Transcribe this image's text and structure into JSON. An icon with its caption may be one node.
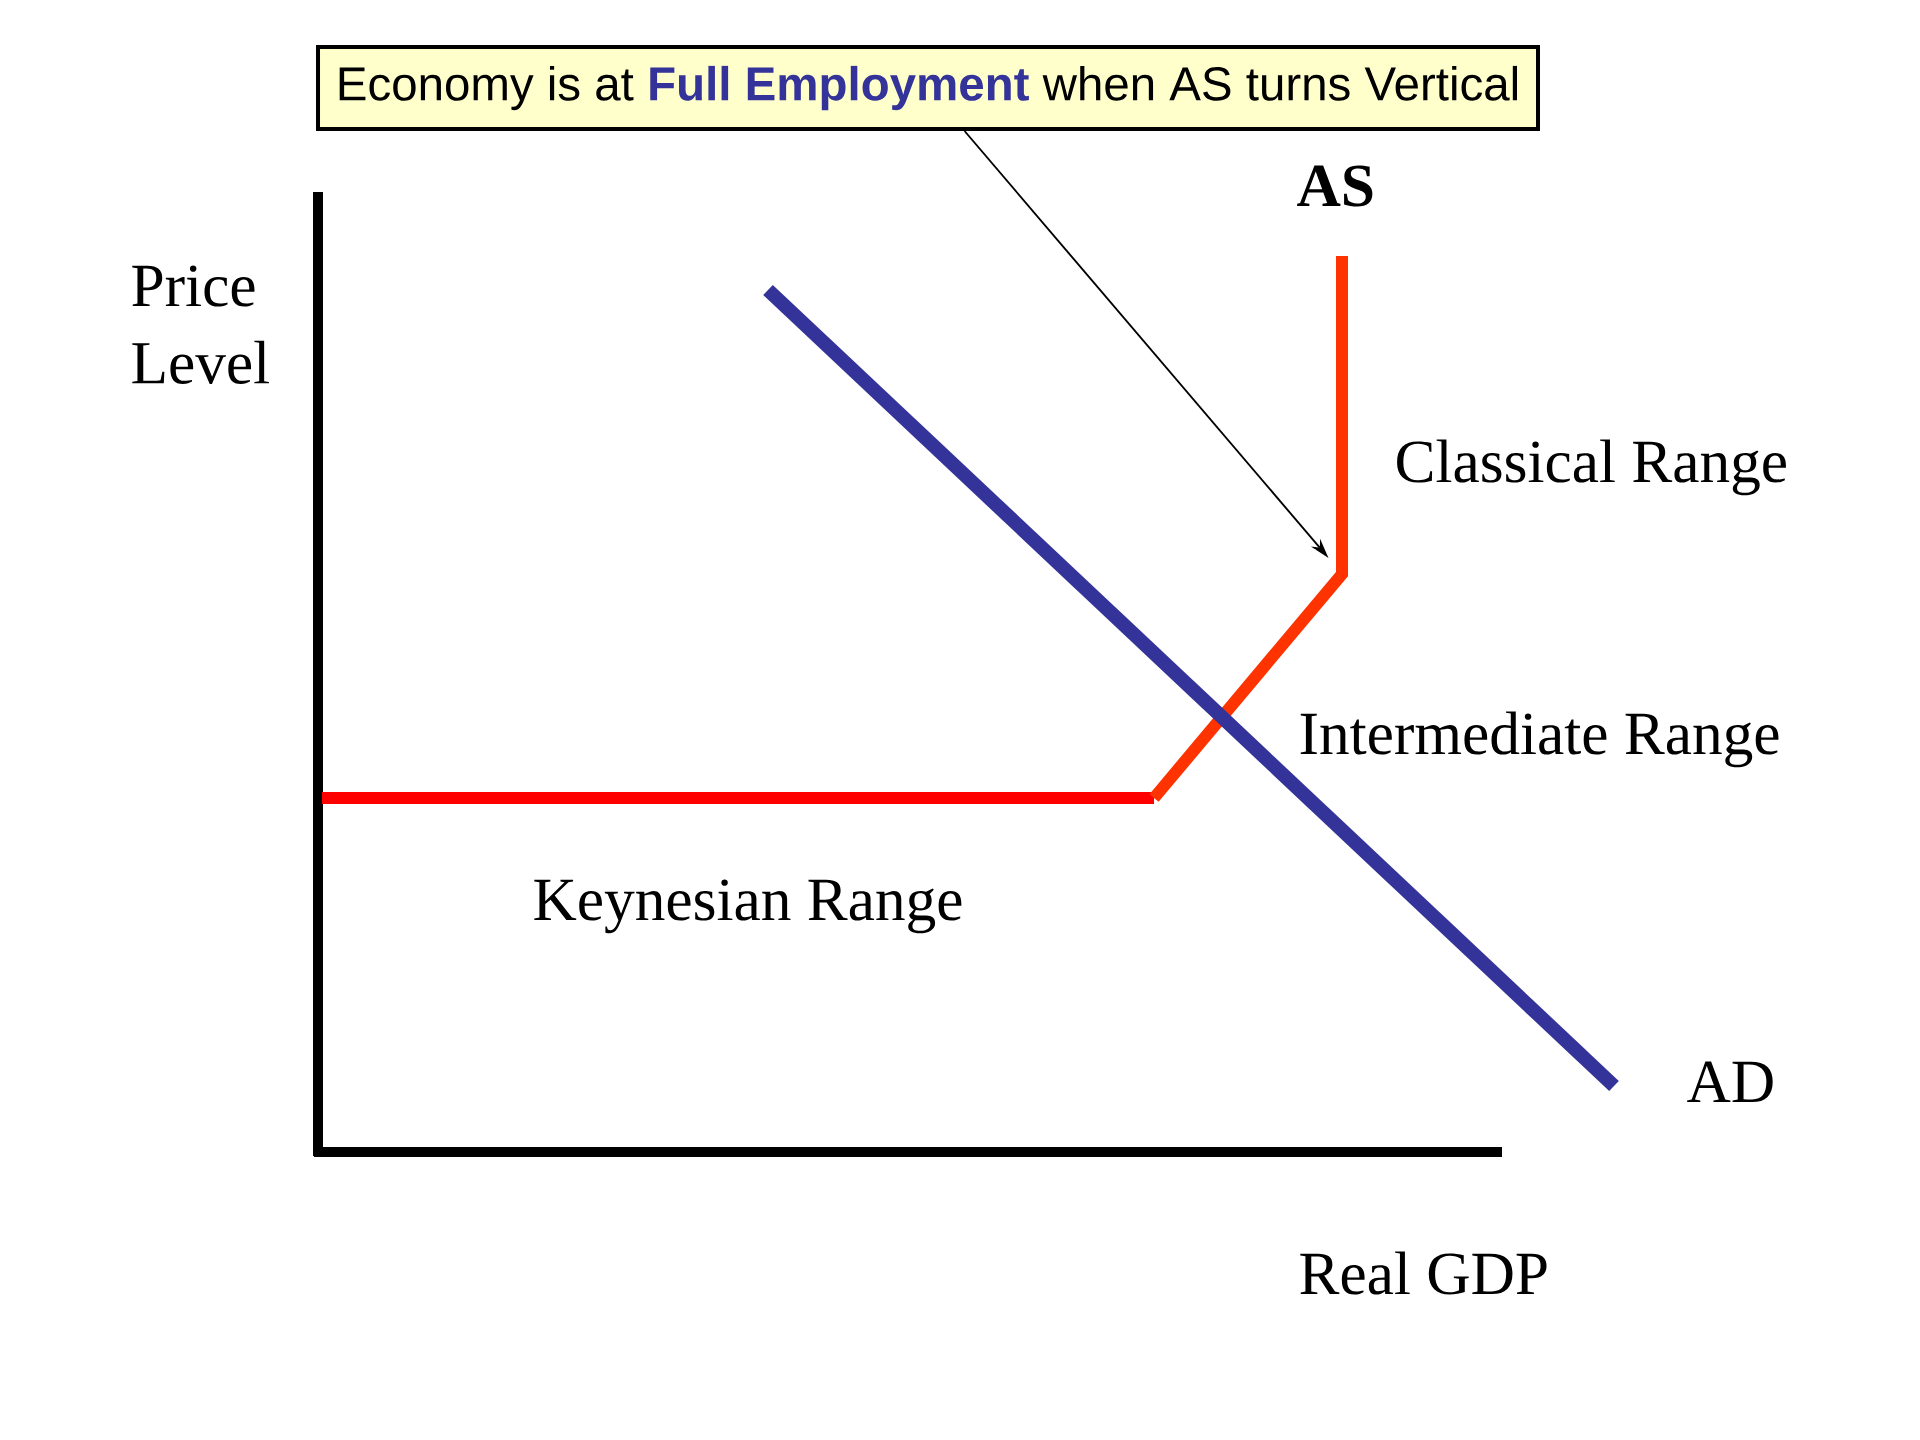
{
  "diagram": {
    "nodes": [
      {
        "text": [
          "Economy is at **Full Employment** when AS turns Vertical"
        ]
      },
      {
        "text": [],
        "shape": "line",
        "beside": [
          "AS"
        ]
      }
    ],
    "edges": [
      {
        "from": 0,
        "to": 1,
        "arrow": "to"
      }
    ],
    "labels": [
      "Price Level",
      "Classical Range",
      "Intermediate Range",
      "Keynesian Range",
      "AD",
      "Real GDP"
    ]
  }
}
